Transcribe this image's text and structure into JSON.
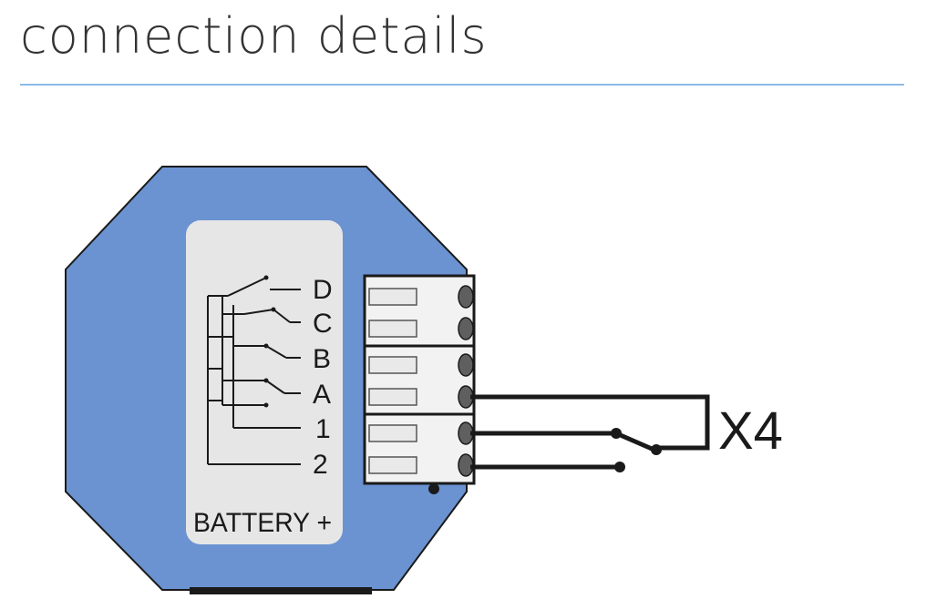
{
  "header": {
    "title": "connection details"
  },
  "diagram": {
    "terminals": [
      "D",
      "C",
      "B",
      "A",
      "1",
      "2"
    ],
    "battery_label": "BATTERY +",
    "external_label": "X4",
    "colors": {
      "module_body": "#6b93d1",
      "label_panel": "#e6e6e6",
      "connector": "#f2f2f2",
      "line": "#1a1a1a",
      "rule": "#8cbbe8"
    }
  }
}
